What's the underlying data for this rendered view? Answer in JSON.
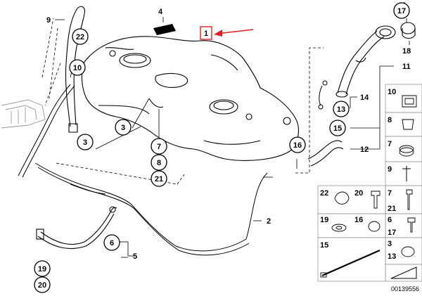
{
  "diagram": {
    "document_number": "00139556",
    "highlight_color": "#e02020",
    "callouts": {
      "c1": "1",
      "c2": "2",
      "c3a": "3",
      "c3b": "3",
      "c4": "4",
      "c5": "5",
      "c6": "6",
      "c7": "7",
      "c8": "8",
      "c9": "9",
      "c10": "10",
      "c11": "11",
      "c12": "12",
      "c13": "13",
      "c14": "14",
      "c15": "15",
      "c16": "16",
      "c17": "17",
      "c18": "18",
      "c19": "19",
      "c20": "20",
      "c21": "21",
      "c22": "22"
    },
    "parts_grid": {
      "p10": "10",
      "p8": "8",
      "p7a": "7",
      "p9": "9",
      "p7b": "7",
      "p21": "21",
      "p22": "22",
      "p20": "20",
      "p19": "19",
      "p16": "16",
      "p6": "6",
      "p17": "17",
      "p15": "15",
      "p3": "3",
      "p13": "13"
    }
  }
}
